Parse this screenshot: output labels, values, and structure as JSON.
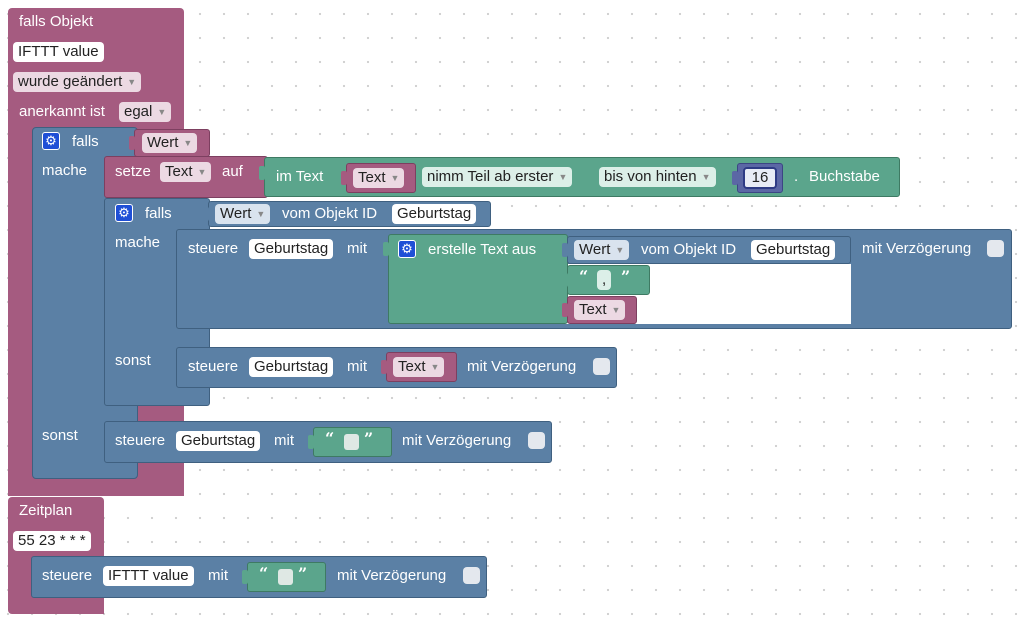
{
  "trigger": {
    "title": "falls Objekt",
    "object_value": "IFTTT value",
    "changed": "wurde geändert",
    "acknowledged_label": "anerkannt ist",
    "acknowledged_value": "egal"
  },
  "if_outer": {
    "falls": "falls",
    "condition": "Wert",
    "mache": "mache",
    "sonst": "sonst"
  },
  "set_var": {
    "setze": "setze",
    "var": "Text",
    "auf": "auf",
    "im_text": "im Text",
    "source": "Text",
    "nimm": "nimm Teil ab erster",
    "bis": "bis von hinten",
    "num": "16",
    "dot": ".",
    "buchstabe": "Buchstabe"
  },
  "if_inner": {
    "falls": "falls",
    "wert": "Wert",
    "vom_objekt": "vom Objekt ID",
    "objekt": "Geburtstag",
    "mache": "mache",
    "sonst": "sonst"
  },
  "control1": {
    "steuere": "steuere",
    "target": "Geburtstag",
    "mit": "mit",
    "erstelle": "erstelle Text aus",
    "wert": "Wert",
    "vom_objekt": "vom Objekt ID",
    "objekt": "Geburtstag",
    "comma": ",",
    "text_var": "Text",
    "delay": "mit Verzögerung"
  },
  "control2": {
    "steuere": "steuere",
    "target": "Geburtstag",
    "mit": "mit",
    "value": "Text",
    "delay": "mit Verzögerung"
  },
  "control3": {
    "steuere": "steuere",
    "target": "Geburtstag",
    "mit": "mit",
    "delay": "mit Verzögerung"
  },
  "schedule": {
    "title": "Zeitplan",
    "cron": "55 23 * * *",
    "steuere": "steuere",
    "target": "IFTTT value",
    "mit": "mit",
    "delay": "mit Verzögerung"
  },
  "colors": {
    "event": "#a55b80",
    "logic": "#5b80a5",
    "text": "#5ba58c",
    "math": "#5b67a5"
  },
  "icons": {
    "gear": "gear-icon",
    "dropdown": "chevron-down-icon",
    "open_quote": "open-quote-icon",
    "close_quote": "close-quote-icon"
  }
}
